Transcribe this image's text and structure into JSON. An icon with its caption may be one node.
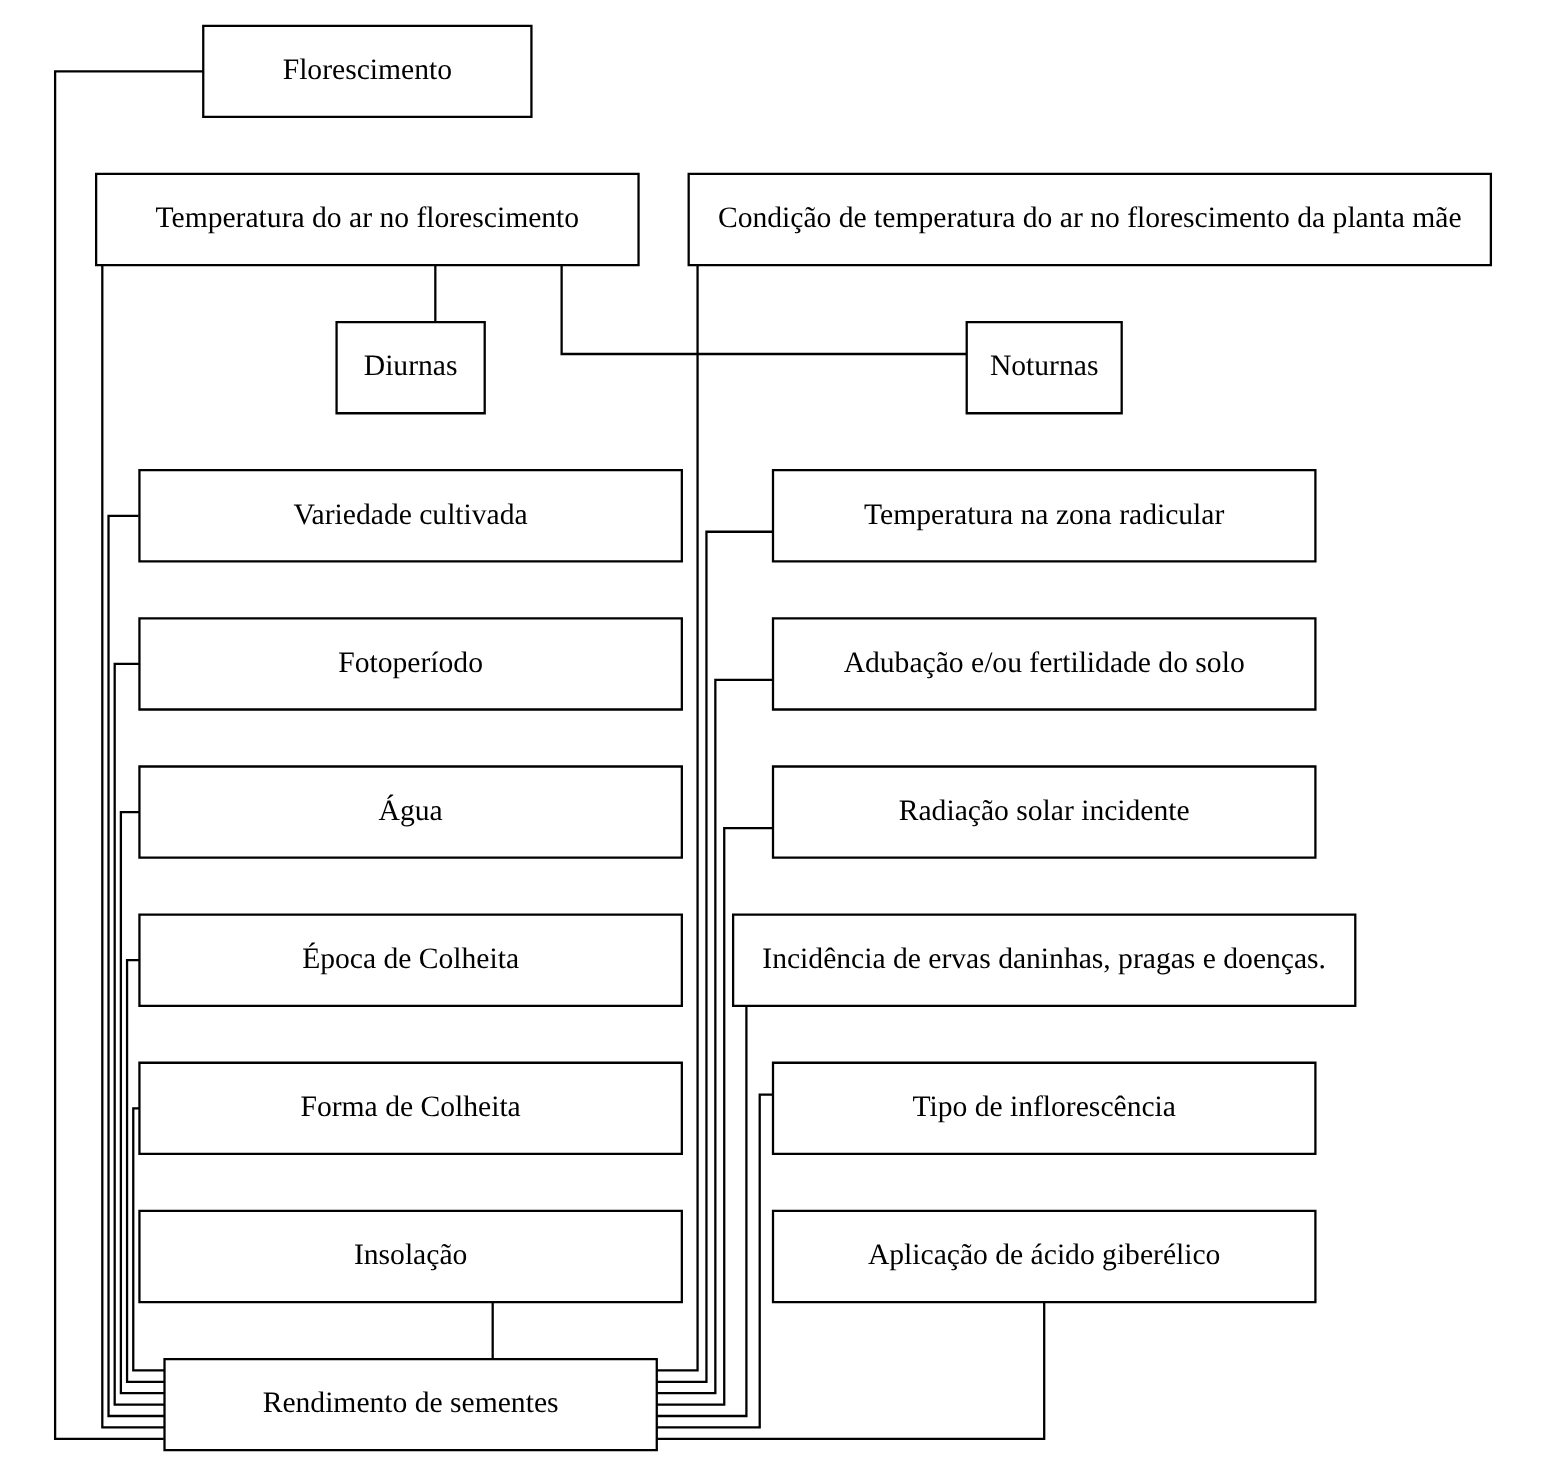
{
  "diagram": {
    "nodes": [
      {
        "text": [
          "Florescimento"
        ]
      },
      {
        "text": [
          "Temperatura do ar no florescimento"
        ]
      },
      {
        "text": [
          "Condição de temperatura do ar no florescimento da planta mãe"
        ]
      },
      {
        "text": [
          "Diurnas"
        ]
      },
      {
        "text": [
          "Noturnas"
        ]
      },
      {
        "text": [
          "Variedade cultivada"
        ]
      },
      {
        "text": [
          "Temperatura na zona radicular"
        ]
      },
      {
        "text": [
          "Fotoperíodo"
        ]
      },
      {
        "text": [
          "Adubação e/ou fertilidade do solo"
        ]
      },
      {
        "text": [
          "Água"
        ]
      },
      {
        "text": [
          "Radiação solar incidente"
        ]
      },
      {
        "text": [
          "Época de Colheita"
        ]
      },
      {
        "text": [
          "Incidência de ervas daninhas, pragas e doenças."
        ]
      },
      {
        "text": [
          "Forma de Colheita"
        ]
      },
      {
        "text": [
          "Tipo de inflorescência"
        ]
      },
      {
        "text": [
          "Insolação"
        ]
      },
      {
        "text": [
          "Aplicação de ácido giberélico"
        ]
      },
      {
        "text": [
          "Rendimento de sementes"
        ]
      }
    ],
    "edges": [
      {
        "from": 0,
        "to": 17,
        "arrow": "none"
      },
      {
        "from": 1,
        "to": 17,
        "arrow": "none"
      },
      {
        "from": 2,
        "to": 17,
        "arrow": "none"
      },
      {
        "from": 1,
        "to": 3,
        "arrow": "none"
      },
      {
        "from": 1,
        "to": 4,
        "arrow": "none"
      },
      {
        "from": 5,
        "to": 17,
        "arrow": "none"
      },
      {
        "from": 6,
        "to": 17,
        "arrow": "none"
      },
      {
        "from": 7,
        "to": 17,
        "arrow": "none"
      },
      {
        "from": 8,
        "to": 17,
        "arrow": "none"
      },
      {
        "from": 9,
        "to": 17,
        "arrow": "none"
      },
      {
        "from": 10,
        "to": 17,
        "arrow": "none"
      },
      {
        "from": 11,
        "to": 17,
        "arrow": "none"
      },
      {
        "from": 12,
        "to": 17,
        "arrow": "none"
      },
      {
        "from": 13,
        "to": 17,
        "arrow": "none"
      },
      {
        "from": 14,
        "to": 17,
        "arrow": "none"
      },
      {
        "from": 15,
        "to": 17,
        "arrow": "none"
      },
      {
        "from": 16,
        "to": 17,
        "arrow": "none"
      }
    ]
  }
}
